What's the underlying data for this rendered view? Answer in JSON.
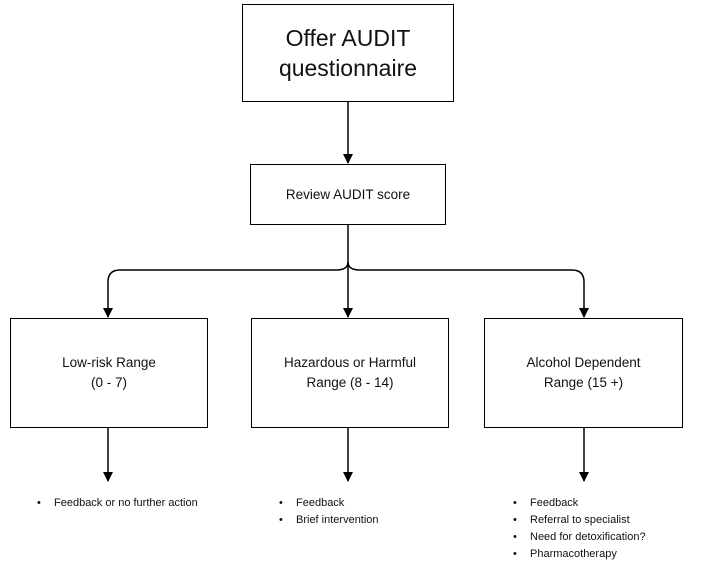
{
  "top_box": {
    "line1": "Offer AUDIT",
    "line2": "questionnaire"
  },
  "review_box": {
    "label": "Review AUDIT score"
  },
  "ranges": [
    {
      "title": "Low-risk Range",
      "range": "(0 - 7)",
      "actions": [
        "Feedback or no further action"
      ]
    },
    {
      "title": "Hazardous or Harmful",
      "range": "Range (8 - 14)",
      "actions": [
        "Feedback",
        "Brief intervention"
      ]
    },
    {
      "title": "Alcohol Dependent",
      "range": "Range (15 +)",
      "actions": [
        "Feedback",
        "Referral to specialist",
        "Need for detoxification?",
        "Pharmacotherapy"
      ]
    }
  ],
  "colors": {
    "line": "#000000",
    "box_fill": "#ffffff",
    "text": "#111111"
  }
}
